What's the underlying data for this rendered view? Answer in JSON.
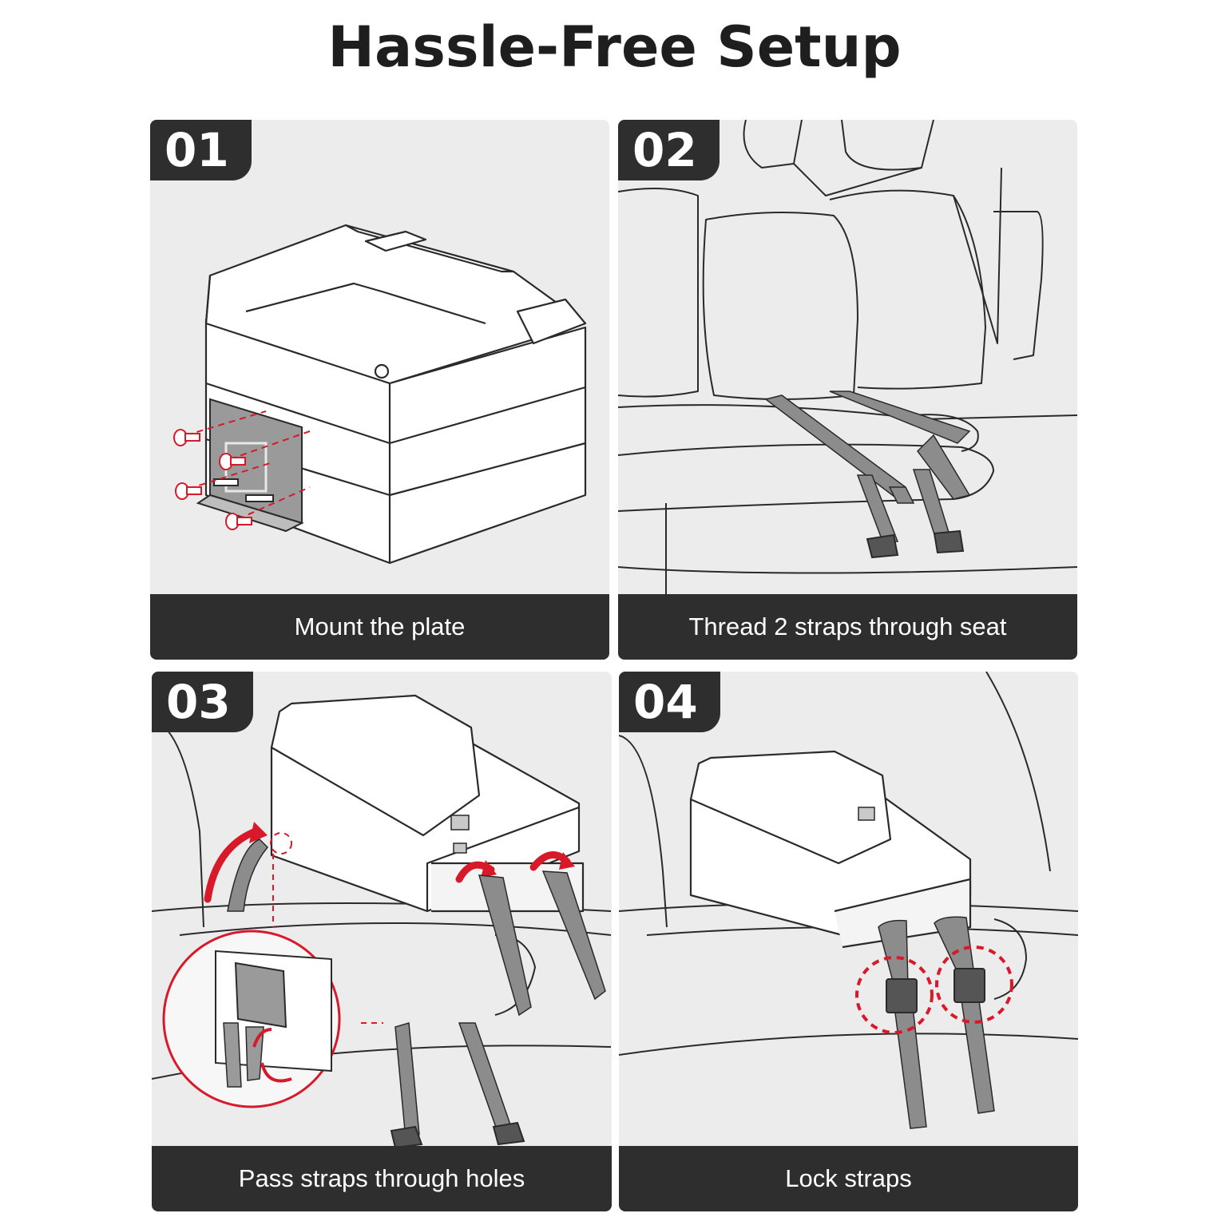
{
  "title": "Hassle-Free Setup",
  "steps": [
    {
      "number": "01",
      "caption": "Mount the plate"
    },
    {
      "number": "02",
      "caption": "Thread 2 straps through seat"
    },
    {
      "number": "03",
      "caption": "Pass straps through holes"
    },
    {
      "number": "04",
      "caption": "Lock straps"
    }
  ],
  "colors": {
    "panel_bg": "#ececec",
    "bar": "#2e2e2e",
    "accent_red": "#d7192a",
    "strap_gray": "#8c8c8c"
  }
}
